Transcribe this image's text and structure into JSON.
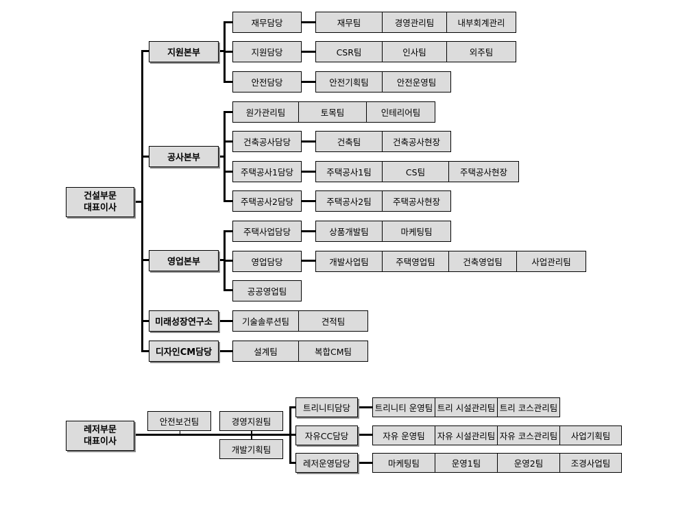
{
  "construction": {
    "ceo": [
      "건설부문",
      "대표이사"
    ],
    "divisions": [
      {
        "name": "지원본부",
        "teams": [
          {
            "head": "재무담당",
            "subs": [
              "재무팀",
              "경영관리팀",
              "내부회계관리"
            ]
          },
          {
            "head": "지원담당",
            "subs": [
              "CSR팀",
              "인사팀",
              "외주팀"
            ]
          },
          {
            "head": "안전담당",
            "subs": [
              "안전기획팀",
              "안전운영팀"
            ]
          }
        ]
      },
      {
        "name": "공사본부",
        "teams": [
          {
            "head": "원가관리팀",
            "subs": [
              "토목팀",
              "인테리어팀"
            ]
          },
          {
            "head": "건축공사담당",
            "subs": [
              "건축팀",
              "건축공사현장"
            ]
          },
          {
            "head": "주택공사1담당",
            "subs": [
              "주택공사1팀",
              "CS팀",
              "주택공사현장"
            ]
          },
          {
            "head": "주택공사2담당",
            "subs": [
              "주택공사2팀",
              "주택공사현장"
            ]
          }
        ]
      },
      {
        "name": "영업본부",
        "teams": [
          {
            "head": "주택사업담당",
            "subs": [
              "상품개발팀",
              "마케팅팀"
            ]
          },
          {
            "head": "영업담당",
            "subs": [
              "개발사업팀",
              "주택영업팀",
              "건축영업팀",
              "사업관리팀"
            ]
          },
          {
            "head": "공공영업팀",
            "subs": []
          }
        ]
      },
      {
        "name": "미래성장연구소",
        "teams": [
          {
            "head": "기술솔루션팀",
            "subs": [
              "견적팀"
            ]
          }
        ]
      },
      {
        "name": "디자인CM담당",
        "teams": [
          {
            "head": "설계팀",
            "subs": [
              "복합CM팀"
            ]
          }
        ]
      }
    ]
  },
  "leisure": {
    "ceo": [
      "레저부문",
      "대표이사"
    ],
    "staff": [
      "안전보건팀",
      "경영지원팀",
      "개발기획팀"
    ],
    "divisions": [
      {
        "head": "트리니티담당",
        "subs": [
          "트리니티 운영팀",
          "트리 시설관리팀",
          "트리 코스관리팀"
        ]
      },
      {
        "head": "자유CC담당",
        "subs": [
          "자유 운영팀",
          "자유 시설관리팀",
          "자유 코스관리팀",
          "사업기획팀"
        ]
      },
      {
        "head": "레저운영담당",
        "subs": [
          "마케팅팀",
          "운영1팀",
          "운영2팀",
          "조경사업팀"
        ]
      }
    ]
  }
}
